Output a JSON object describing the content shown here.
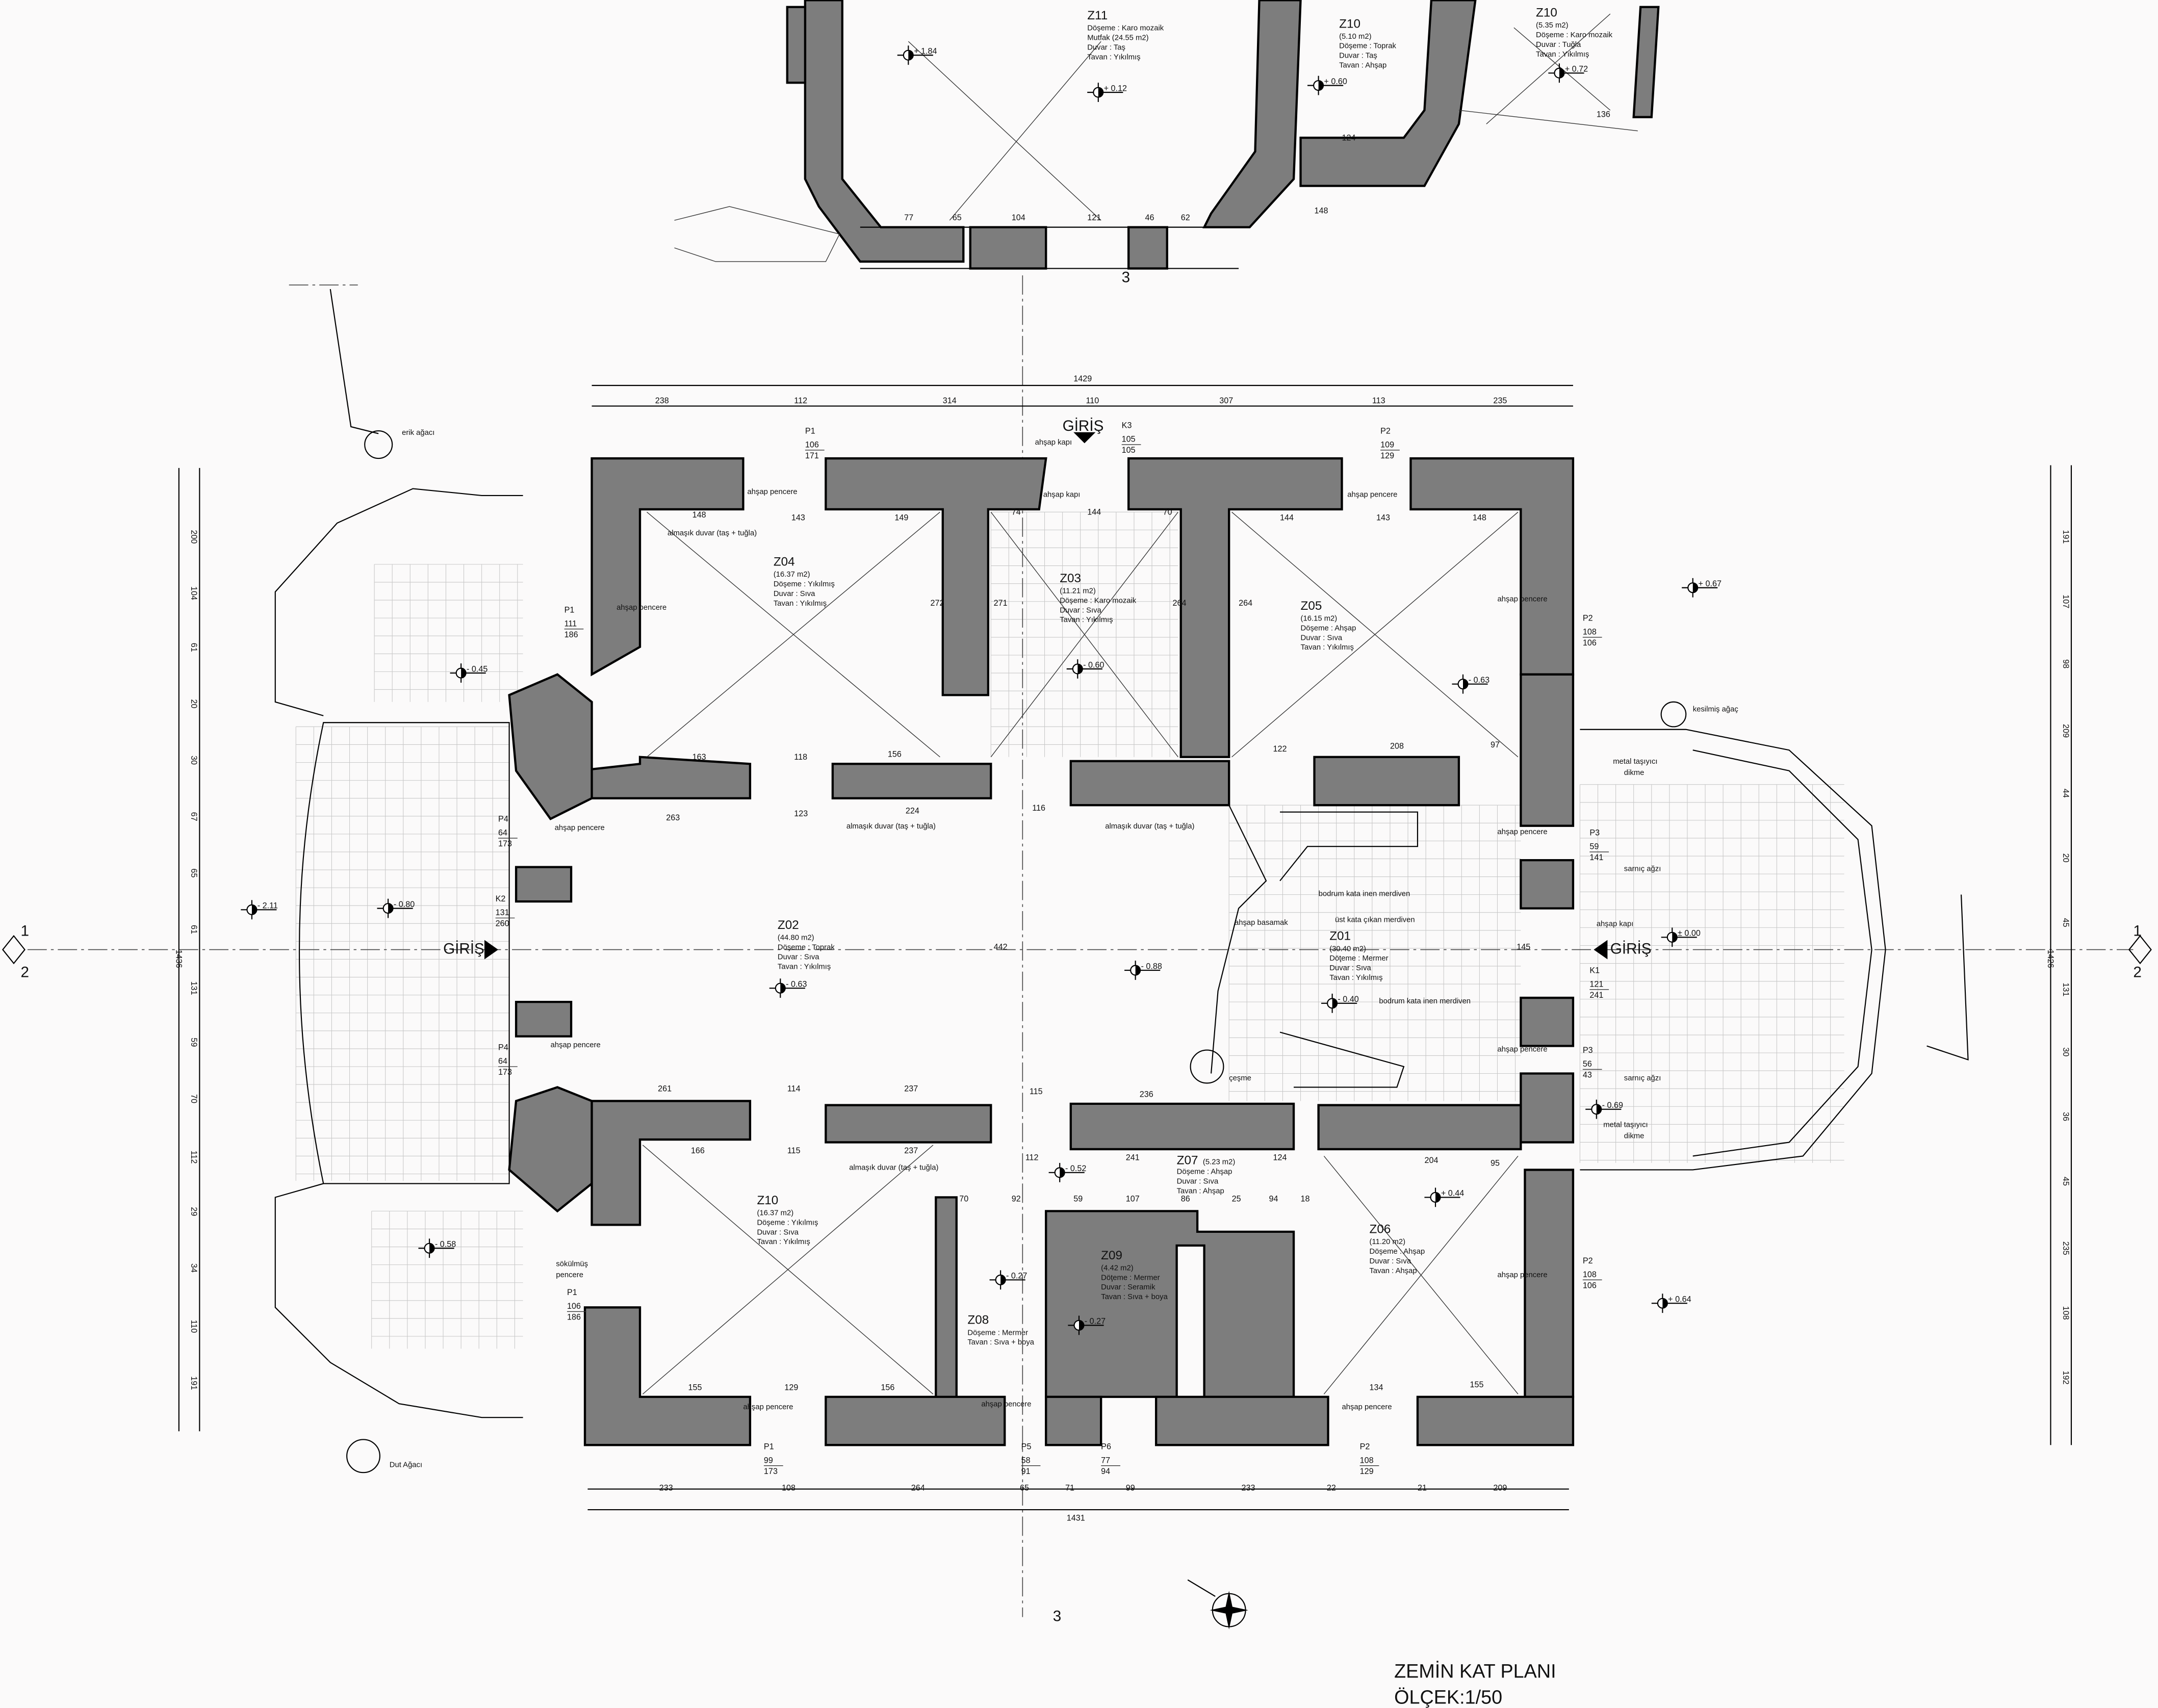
{
  "title": {
    "name": "ZEMİN KAT PLANI",
    "scale": "ÖLÇEK:1/50"
  },
  "rooms": [
    {
      "id": "Z04",
      "area": "(16.37 m2)",
      "lines": [
        "Döşeme : Yıkılmış",
        "Duvar    : Sıva",
        "Tavan    : Yıkılmış"
      ]
    },
    {
      "id": "Z03",
      "area": "(11.21 m2)",
      "lines": [
        "Döşeme : Karo mozaik",
        "Duvar    : Sıva",
        "Tavan    : Yıkılmış"
      ]
    },
    {
      "id": "Z05",
      "area": "(16.15 m2)",
      "lines": [
        "Döşeme : Ahşap",
        "Duvar    : Sıva",
        "Tavan    : Yıkılmış"
      ]
    },
    {
      "id": "Z02",
      "area": "(44.80 m2)",
      "lines": [
        "Döşeme : Toprak",
        "Duvar    : Sıva",
        "Tavan    : Yıkılmış"
      ]
    },
    {
      "id": "Z01",
      "area": "(30.40 m2)",
      "lines": [
        "Döţeme : Mermer",
        "Duvar    : Sıva",
        "Tavan    : Yıkılmış"
      ]
    },
    {
      "id": "Z10",
      "area": "(16.37 m2)",
      "lines": [
        "Döşeme : Yıkılmış",
        "Duvar    : Sıva",
        "Tavan    : Yıkılmış"
      ]
    },
    {
      "id": "Z07",
      "area": "(5.23 m2)",
      "lines": [
        "Döşeme : Ahşap",
        "Duvar    : Sıva",
        "Tavan : Ahşap"
      ]
    },
    {
      "id": "Z09",
      "area": "(4.42 m2)",
      "lines": [
        "Döţeme : Mermer",
        "Duvar    : Seramik",
        "Tavan : Sıva + boya"
      ]
    },
    {
      "id": "Z08",
      "area": "",
      "lines": [
        "Döşeme : Mermer",
        "Tavan : Sıva + boya"
      ]
    },
    {
      "id": "Z06",
      "area": "(11.20 m2)",
      "lines": [
        "Döşeme : Ahşap",
        "Duvar    : Sıva",
        "Tavan : Ahşap"
      ]
    },
    {
      "id": "Z11",
      "area": "",
      "lines": [
        "Döşeme : Karo mozaik",
        "Mutfak (24.55 m2)",
        "Duvar    : Taş",
        "Tavan    : Yıkılmış"
      ]
    },
    {
      "id": "Z10",
      "area": "(5.10 m2)",
      "lines": [
        "Döşeme : Toprak",
        "Duvar    : Taş",
        "Tavan    : Ahşap"
      ]
    },
    {
      "id": "Z10",
      "area": "(5.35 m2)",
      "lines": [
        "Döşeme : Karo mozaik",
        "Duvar    : Tuğla",
        "Tavan    : Yıkılmış"
      ]
    }
  ],
  "elevations": [
    "+ 1.84",
    "+ 0.12",
    "+ 0.60",
    "+ 0.72",
    "+ 0.67",
    "- 0.45",
    "- 0.60",
    "- 0.63",
    "- 2.11",
    "- 0.80",
    "- 0.63",
    "- 0.88",
    "- 0.40",
    "± 0.00",
    "- 0.52",
    "+ 0.44",
    "- 0.58",
    "- 0.27",
    "- 0.27",
    "+ 0.64",
    "- 0.69"
  ],
  "labels": {
    "ahsap_pencere": "ahşap pencere",
    "ahsap_kapi": "ahşap kapı",
    "almasik": "almaşık duvar (taş + tuğla)",
    "giris": "GİRİŞ",
    "erik": "erik ağacı",
    "kesilmis": "kesilmiş ağaç",
    "dut": "Dut Ağacı",
    "sarnic": "sarnıç ağzı",
    "metal": "metal taşıyıcı",
    "dikme": "dikme",
    "cesme": "çeşme",
    "bodrum": "bodrum kata inen merdiven",
    "ust_kat": "üst kata çıkan merdiven",
    "ahsap_basamak": "ahşap basamak",
    "sokulmus": "sökülmüş",
    "pencere": "pencere",
    "section_1": "1",
    "section_2": "2",
    "section_3": "3"
  },
  "openings": [
    {
      "name": "P1",
      "top": "106",
      "bottom": "171"
    },
    {
      "name": "K3",
      "top": "105",
      "bottom": "105"
    },
    {
      "name": "P2",
      "top": "109",
      "bottom": "129"
    },
    {
      "name": "P1",
      "top": "111",
      "bottom": "186"
    },
    {
      "name": "P2",
      "top": "108",
      "bottom": "106"
    },
    {
      "name": "P4",
      "top": "64",
      "bottom": "173"
    },
    {
      "name": "P3",
      "top": "59",
      "bottom": "141"
    },
    {
      "name": "K2",
      "top": "131",
      "bottom": "260"
    },
    {
      "name": "K1",
      "top": "121",
      "bottom": "241"
    },
    {
      "name": "P4",
      "top": "64",
      "bottom": "173"
    },
    {
      "name": "P3",
      "top": "56",
      "bottom": "43"
    },
    {
      "name": "P1",
      "top": "106",
      "bottom": "186"
    },
    {
      "name": "P2",
      "top": "108",
      "bottom": "106"
    },
    {
      "name": "P1",
      "top": "99",
      "bottom": "173"
    },
    {
      "name": "P5",
      "top": "58",
      "bottom": "91"
    },
    {
      "name": "P6",
      "top": "77",
      "bottom": "94"
    },
    {
      "name": "P2",
      "top": "108",
      "bottom": "129"
    }
  ],
  "dimensions": {
    "top_total": "1429",
    "top": [
      "238",
      "112",
      "314",
      "110",
      "307",
      "113",
      "235"
    ],
    "bottom_total": "1431",
    "bottom": [
      "233",
      "108",
      "264",
      "65",
      "71",
      "99",
      "233",
      "22",
      "21",
      "209"
    ],
    "left_total": "1436",
    "left": [
      "200",
      "104",
      "61",
      "20",
      "30",
      "67",
      "65",
      "61",
      "131",
      "59",
      "70",
      "112",
      "29",
      "34",
      "110",
      "191"
    ],
    "right_total": "1426",
    "right": [
      "191",
      "107",
      "98",
      "209",
      "44",
      "20",
      "45",
      "131",
      "30",
      "36",
      "45",
      "235",
      "108",
      "192"
    ],
    "interior": [
      "148",
      "143",
      "149",
      "74",
      "144",
      "70",
      "144",
      "143",
      "148",
      "263",
      "123",
      "224",
      "116",
      "261",
      "114",
      "237",
      "115",
      "236",
      "166",
      "115",
      "237",
      "112",
      "241",
      "124",
      "204",
      "95",
      "163",
      "118",
      "156",
      "122",
      "208",
      "97",
      "155",
      "129",
      "156",
      "134",
      "155",
      "70",
      "92",
      "59",
      "107",
      "86",
      "25",
      "94",
      "18",
      "272",
      "271",
      "264",
      "264",
      "442",
      "145",
      "77",
      "65",
      "104",
      "121",
      "46",
      "62",
      "148",
      "124",
      "136"
    ]
  }
}
